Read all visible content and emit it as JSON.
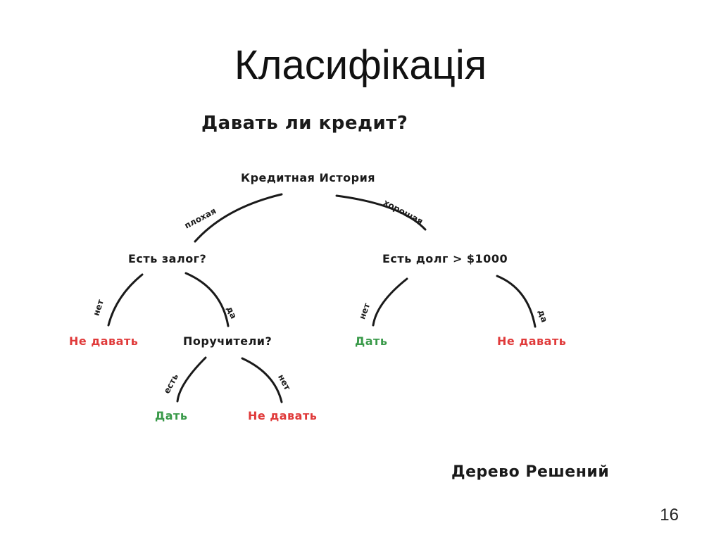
{
  "slide": {
    "title": "Класифікація",
    "page_number": "16"
  },
  "diagram": {
    "heading": "Давать ли кредит?",
    "caption": "Дерево Решений",
    "colors": {
      "text": "#1a1a1a",
      "give": "#3a9a4a",
      "deny": "#e03a3a",
      "line": "#1a1a1a"
    },
    "nodes": {
      "root": "Кредитная История",
      "collateral": "Есть залог?",
      "debt": "Есть долг > $1000",
      "guarantors": "Поручители?",
      "leaf_deny_1": "Не давать",
      "leaf_give_1": "Дать",
      "leaf_deny_2": "Не давать",
      "leaf_give_2": "Дать",
      "leaf_deny_3": "Не давать"
    },
    "edges": {
      "root_bad": "плохая",
      "root_good": "хорошая",
      "collateral_no": "нет",
      "collateral_yes": "да",
      "debt_no": "нет",
      "debt_yes": "да",
      "guarantors_yes": "есть",
      "guarantors_no": "нет"
    }
  }
}
